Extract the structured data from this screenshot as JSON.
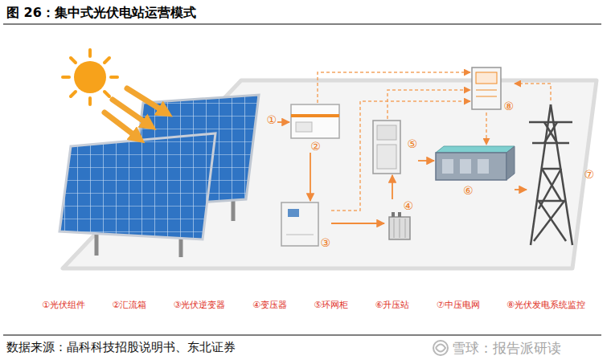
{
  "diagram": {
    "title": "图 26：集中式光伏电站运营模式",
    "nodes": [
      {
        "text": [
          "①"
        ]
      },
      {
        "text": [
          "②"
        ]
      },
      {
        "text": [
          "③"
        ]
      },
      {
        "text": [
          "④"
        ]
      },
      {
        "text": [
          "⑤"
        ]
      },
      {
        "text": [
          "⑥"
        ]
      },
      {
        "text": [
          "⑦"
        ]
      },
      {
        "text": [
          "⑧"
        ]
      }
    ],
    "edges": [
      {
        "from": 0,
        "to": 1,
        "arrow": "to"
      },
      {
        "from": 1,
        "to": 2,
        "arrow": "to"
      },
      {
        "from": 2,
        "to": 3,
        "arrow": "to"
      },
      {
        "from": 3,
        "to": 4,
        "arrow": "to"
      },
      {
        "from": 4,
        "to": 5,
        "arrow": "to"
      },
      {
        "from": 5,
        "to": 6,
        "arrow": "to"
      },
      {
        "from": 1,
        "to": 7,
        "arrow": "to"
      },
      {
        "from": 4,
        "to": 7,
        "arrow": "to"
      },
      {
        "from": 2,
        "to": 7,
        "arrow": "to"
      },
      {
        "from": 6,
        "to": 7,
        "arrow": "to"
      },
      {
        "from": 7,
        "to": 5,
        "arrow": "to"
      }
    ],
    "labels": [
      "①光伏组件",
      "②汇流箱",
      "③光伏逆变器",
      "④变压器",
      "⑤环网柜",
      "⑥升压站",
      "⑦中压电网",
      "⑧光伏发电系统监控",
      "数据来源：晶科科技招股说明书、东北证券",
      "雪球：报告派研读"
    ]
  }
}
